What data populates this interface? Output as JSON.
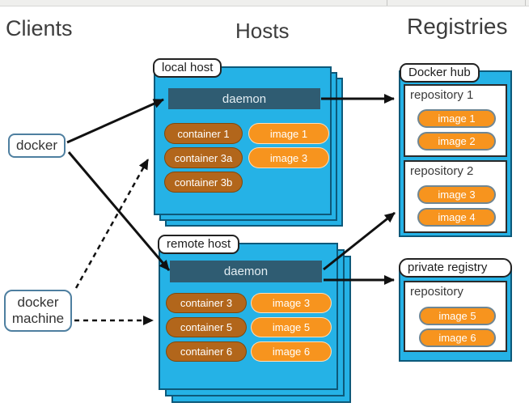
{
  "headings": {
    "clients": "Clients",
    "hosts": "Hosts",
    "registries": "Registries"
  },
  "clients": {
    "docker": {
      "label": "docker"
    },
    "docker_machine": {
      "label": "docker machine"
    }
  },
  "hosts": {
    "local": {
      "label": "local host",
      "daemon": "daemon",
      "containers": [
        "container 1",
        "container 3a",
        "container 3b"
      ],
      "images": [
        "image 1",
        "image 3"
      ]
    },
    "remote": {
      "label": "remote host",
      "daemon": "daemon",
      "containers": [
        "container 3",
        "container 5",
        "container 6"
      ],
      "images": [
        "image 3",
        "image 5",
        "image 6"
      ]
    }
  },
  "registries": {
    "docker_hub": {
      "label": "Docker hub",
      "repos": [
        {
          "name": "repository 1",
          "images": [
            "image 1",
            "image 2"
          ]
        },
        {
          "name": "repository 2",
          "images": [
            "image 3",
            "image 4"
          ]
        }
      ]
    },
    "private": {
      "label": "private registry",
      "repos": [
        {
          "name": "repository",
          "images": [
            "image 5",
            "image 6"
          ]
        }
      ]
    }
  },
  "connections": [
    {
      "from": "docker",
      "to": "local-host-daemon",
      "style": "solid"
    },
    {
      "from": "docker",
      "to": "remote-host-daemon",
      "style": "solid"
    },
    {
      "from": "local-host-daemon",
      "to": "repository 1",
      "style": "solid"
    },
    {
      "from": "remote-host-daemon",
      "to": "repository 2",
      "style": "solid"
    },
    {
      "from": "remote-host-daemon",
      "to": "private registry",
      "style": "solid"
    },
    {
      "from": "docker machine",
      "to": "local host",
      "style": "dashed"
    },
    {
      "from": "docker machine",
      "to": "remote host",
      "style": "dashed"
    }
  ],
  "colors": {
    "host_fill": "#25B2E6",
    "host_border": "#0D597A",
    "daemon_fill": "#2F5C72",
    "container_fill": "#B2661B",
    "image_fill": "#F7941E",
    "arrow": "#111111"
  }
}
